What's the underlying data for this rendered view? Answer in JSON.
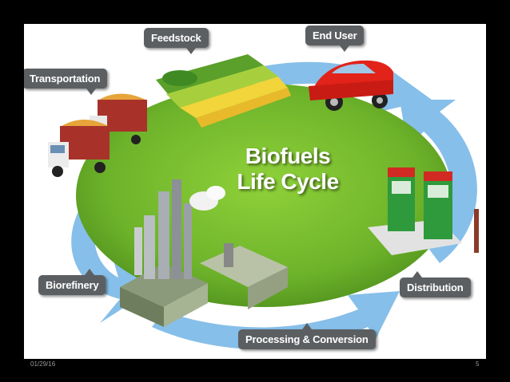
{
  "title_lines": [
    "Biofuels",
    "Life Cycle"
  ],
  "stages": {
    "feedstock": "Feedstock",
    "end_user": "End User",
    "transportation": "Transportation",
    "biorefinery": "Biorefinery",
    "distribution": "Distribution",
    "processing": "Processing & Conversion"
  },
  "footer": {
    "date": "01/29/16",
    "page": "5"
  },
  "colors": {
    "ring": "#86bfe9",
    "field": "#6fb52b",
    "label_bg": "#5c5f62",
    "car": "#e2231a",
    "pump": "#2e9a3c"
  }
}
